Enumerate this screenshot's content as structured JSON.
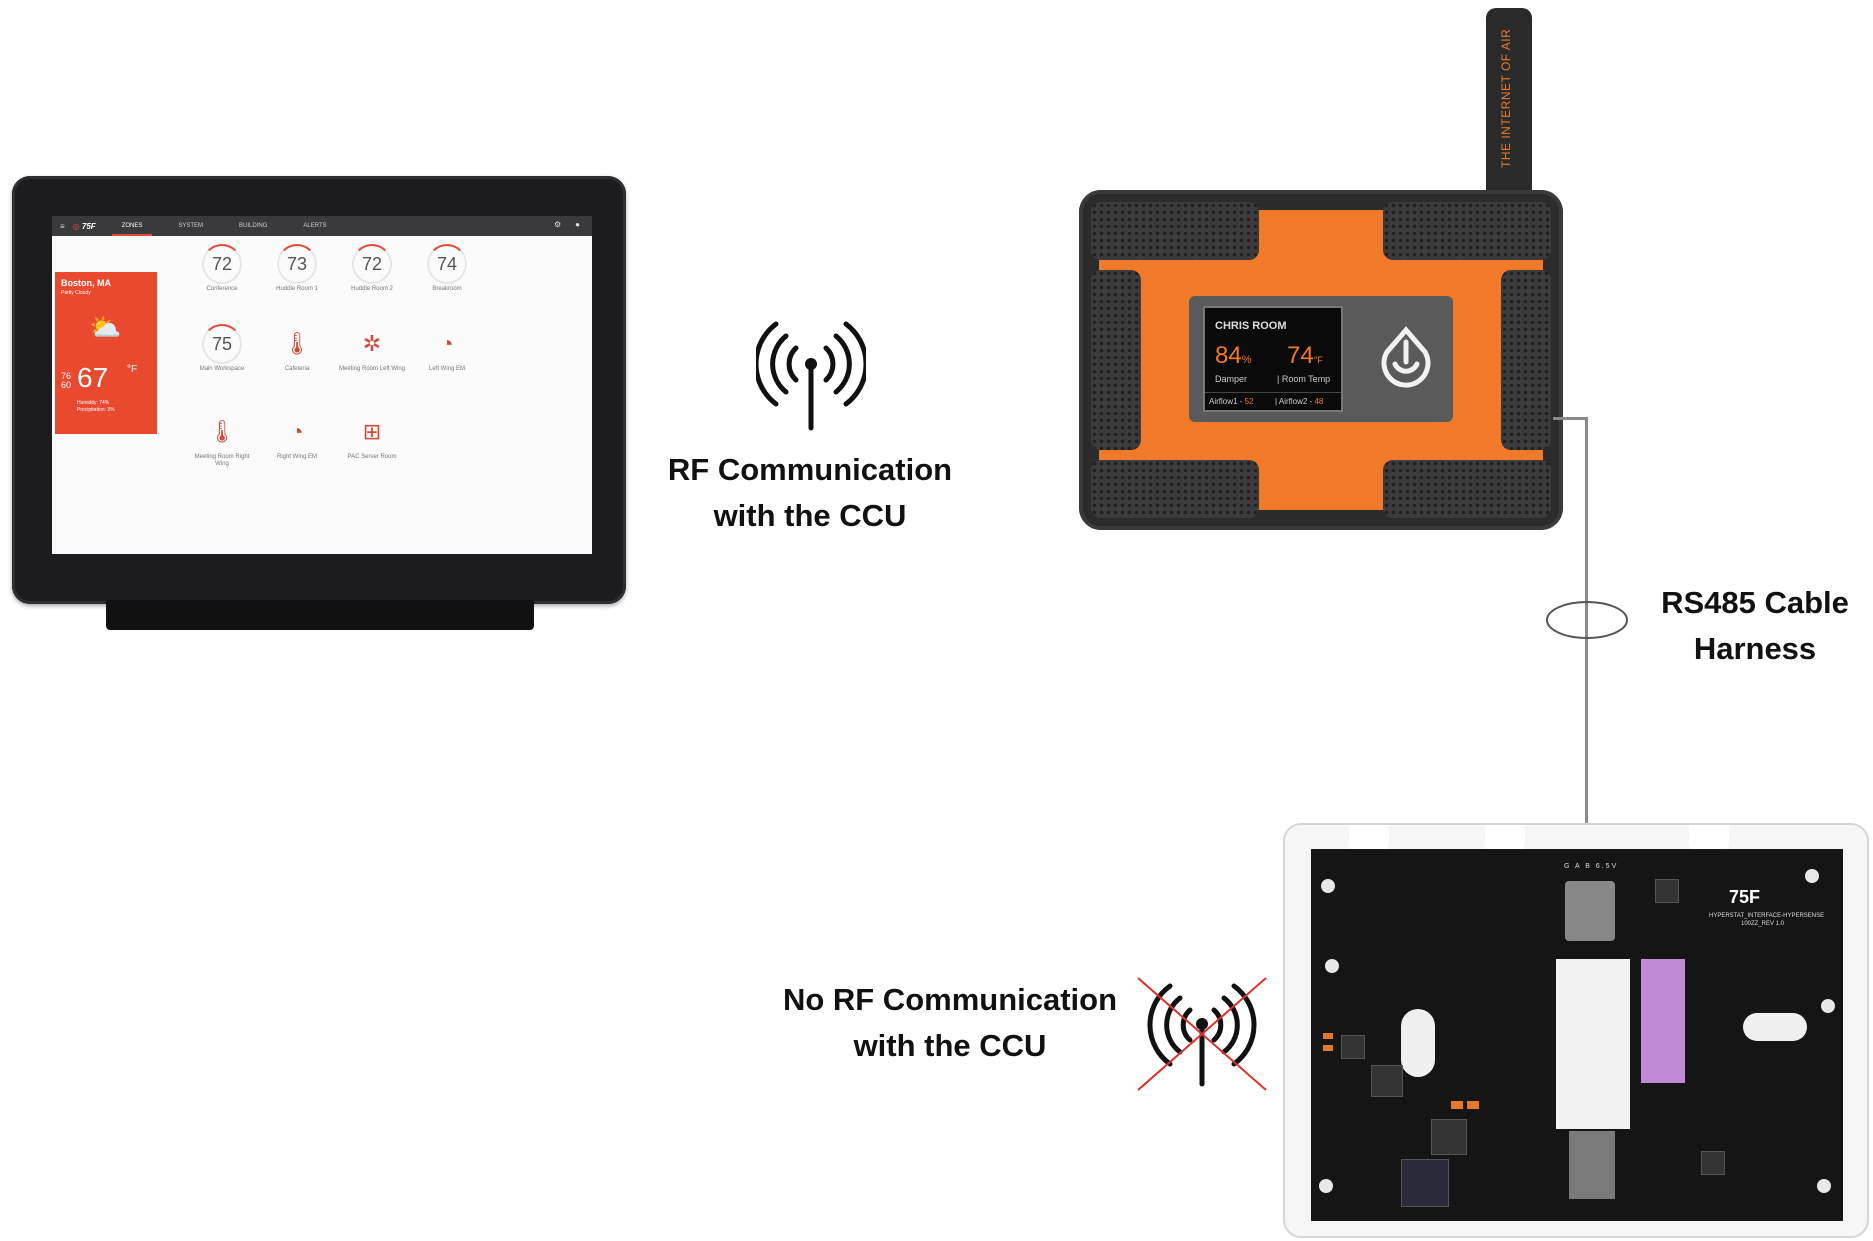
{
  "tablet": {
    "brand": "75F",
    "nav": [
      "ZONES",
      "SYSTEM",
      "BUILDING",
      "ALERTS"
    ],
    "weather": {
      "city": "Boston, MA",
      "condition": "Partly Cloudy",
      "temp": "67",
      "unit": "°F",
      "high": "76",
      "low": "60",
      "humidity": "Humidity: 74%",
      "precipitation": "Precipitation: 3%"
    },
    "zones": [
      {
        "value": "72",
        "label": "Conference"
      },
      {
        "value": "73",
        "label": "Huddle Room 1"
      },
      {
        "value": "72",
        "label": "Huddle Room 2"
      },
      {
        "value": "74",
        "label": "Breakroom"
      },
      {
        "value": "75",
        "label": "Main Workspace"
      },
      {
        "value": "",
        "label": "Cafeteria"
      },
      {
        "value": "",
        "label": "Meeting Room Left Wing"
      },
      {
        "value": "",
        "label": "Left Wing EM"
      },
      {
        "value": "",
        "label": "Meeting Room Right Wing"
      },
      {
        "value": "",
        "label": "Right Wing EM"
      },
      {
        "value": "",
        "label": "PAC Server Room"
      }
    ]
  },
  "ccu": {
    "antenna_text": "THE INTERNET OF AIR",
    "room": "CHRIS ROOM",
    "damper": "84",
    "damper_unit": "%",
    "damper_label": "Damper",
    "room_temp": "74",
    "room_temp_unit": "°F",
    "room_temp_label": "| Room Temp",
    "airflow1_label": "Airflow1 -",
    "airflow1_value": "52",
    "airflow2_label": "| Airflow2 -",
    "airflow2_value": "48"
  },
  "hyperstat": {
    "brand": "75F",
    "part": "HYPERSTAT_INTERFACE-HYPERSENSE",
    "rev": "100ZZ_REV 1.0",
    "pins": "G A B 6.5V"
  },
  "labels": {
    "rf": "RF Communication\nwith the CCU",
    "no_rf": "No RF Communication\nwith the CCU",
    "cable": "RS485 Cable\nHarness"
  },
  "colors": {
    "accent": "#e24a3b",
    "device_orange": "#f07a2a",
    "cross": "#d9342b"
  }
}
